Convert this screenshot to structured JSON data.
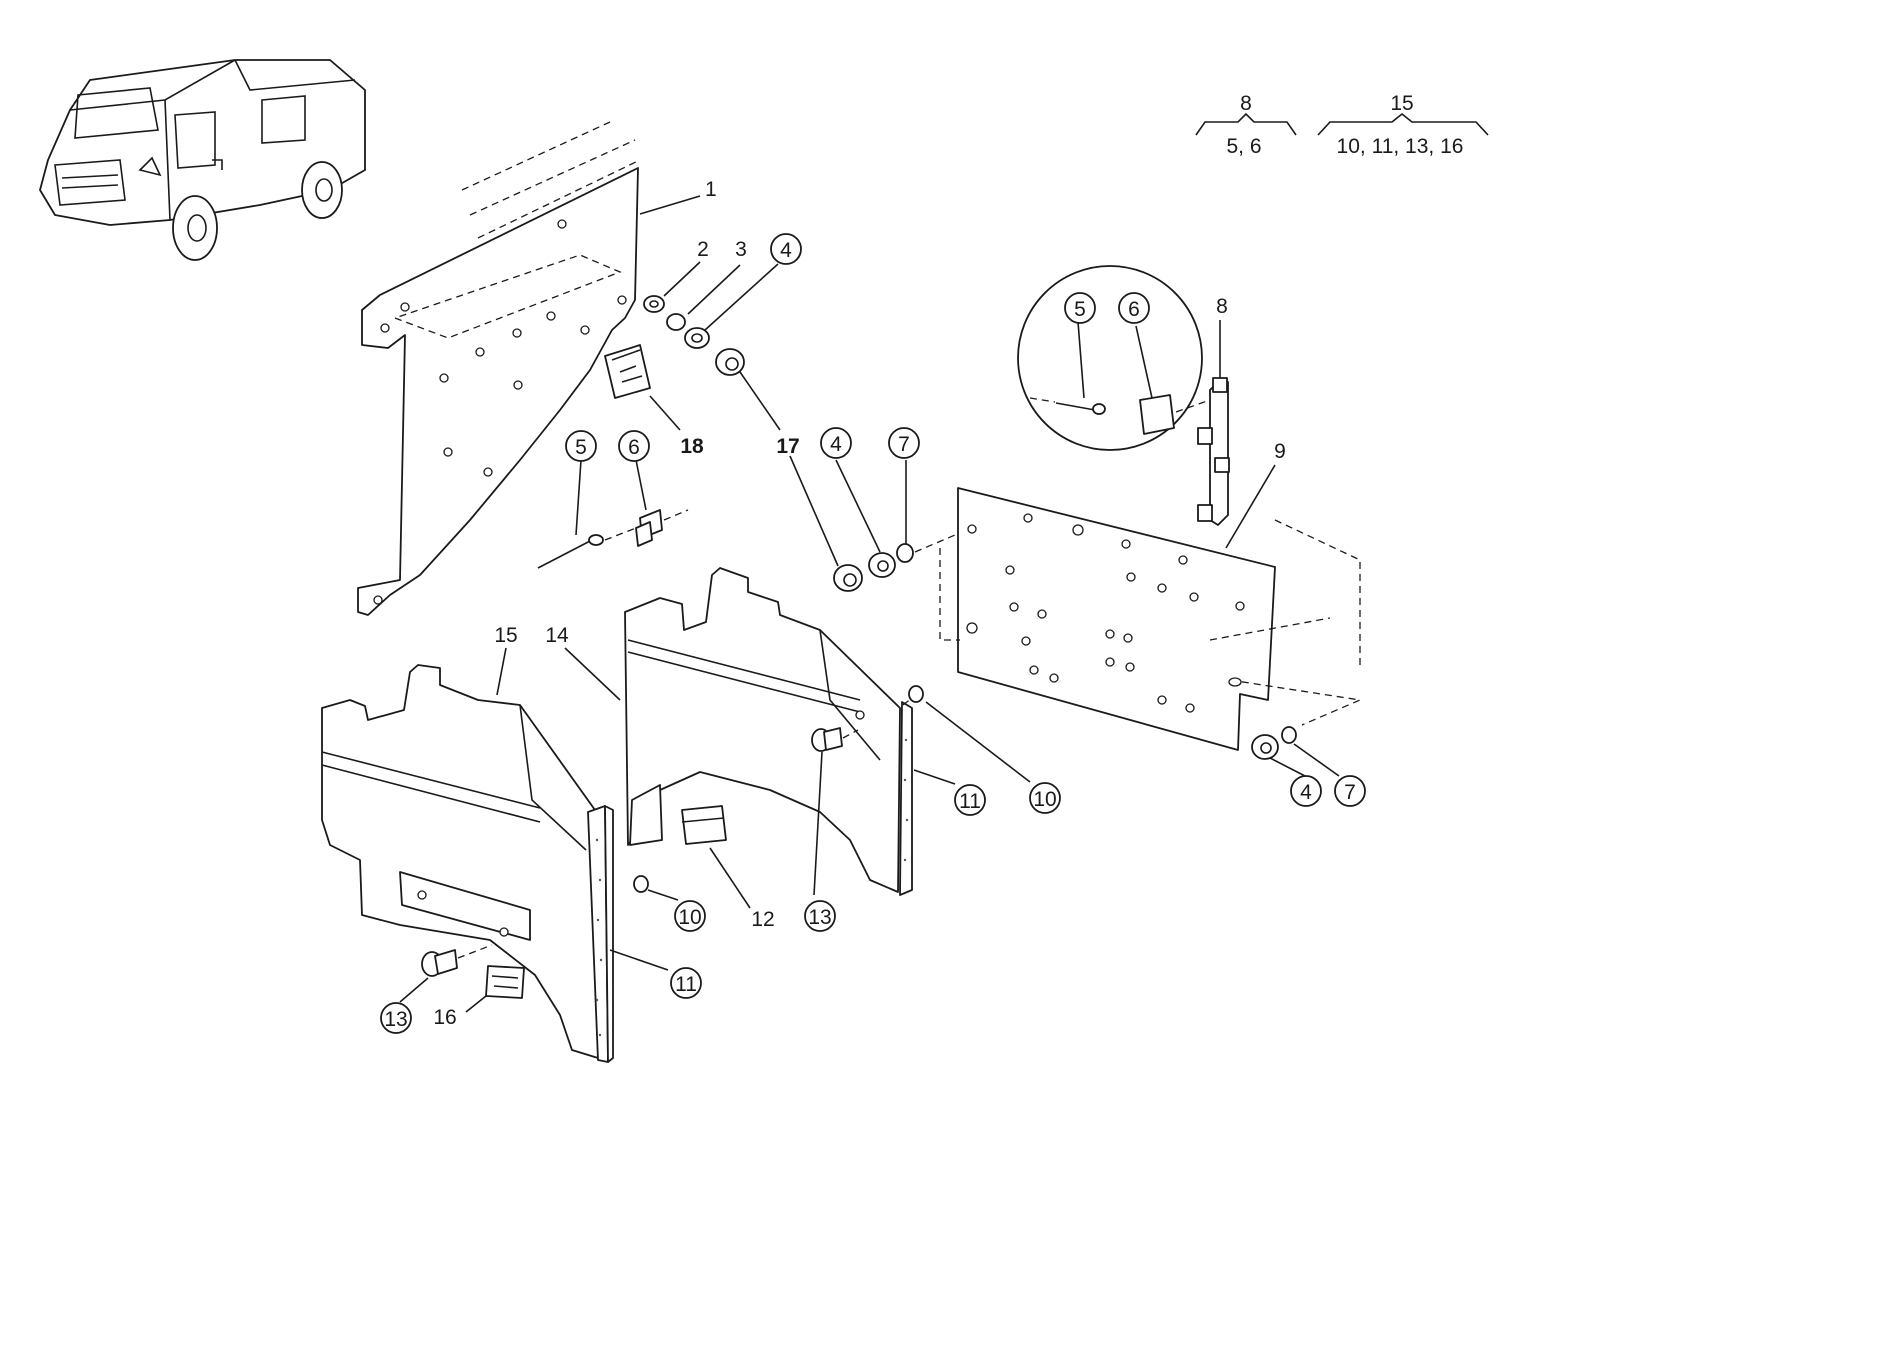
{
  "legend": {
    "group_a": {
      "parent": "8",
      "children": "5, 6"
    },
    "group_b": {
      "parent": "15",
      "children": "10, 11, 13, 16"
    }
  },
  "callouts": {
    "c1": "1",
    "c2": "2",
    "c3": "3",
    "c4a": "4",
    "c5a": "5",
    "c6a": "6",
    "c18": "18",
    "c17": "17",
    "c4b": "4",
    "c7a": "7",
    "c5b": "5",
    "c6b": "6",
    "c8": "8",
    "c9": "9",
    "c15": "15",
    "c14": "14",
    "c11a": "11",
    "c10a": "10",
    "c4c": "4",
    "c7b": "7",
    "c10b": "10",
    "c12": "12",
    "c13a": "13",
    "c11b": "11",
    "c13b": "13",
    "c16": "16"
  }
}
